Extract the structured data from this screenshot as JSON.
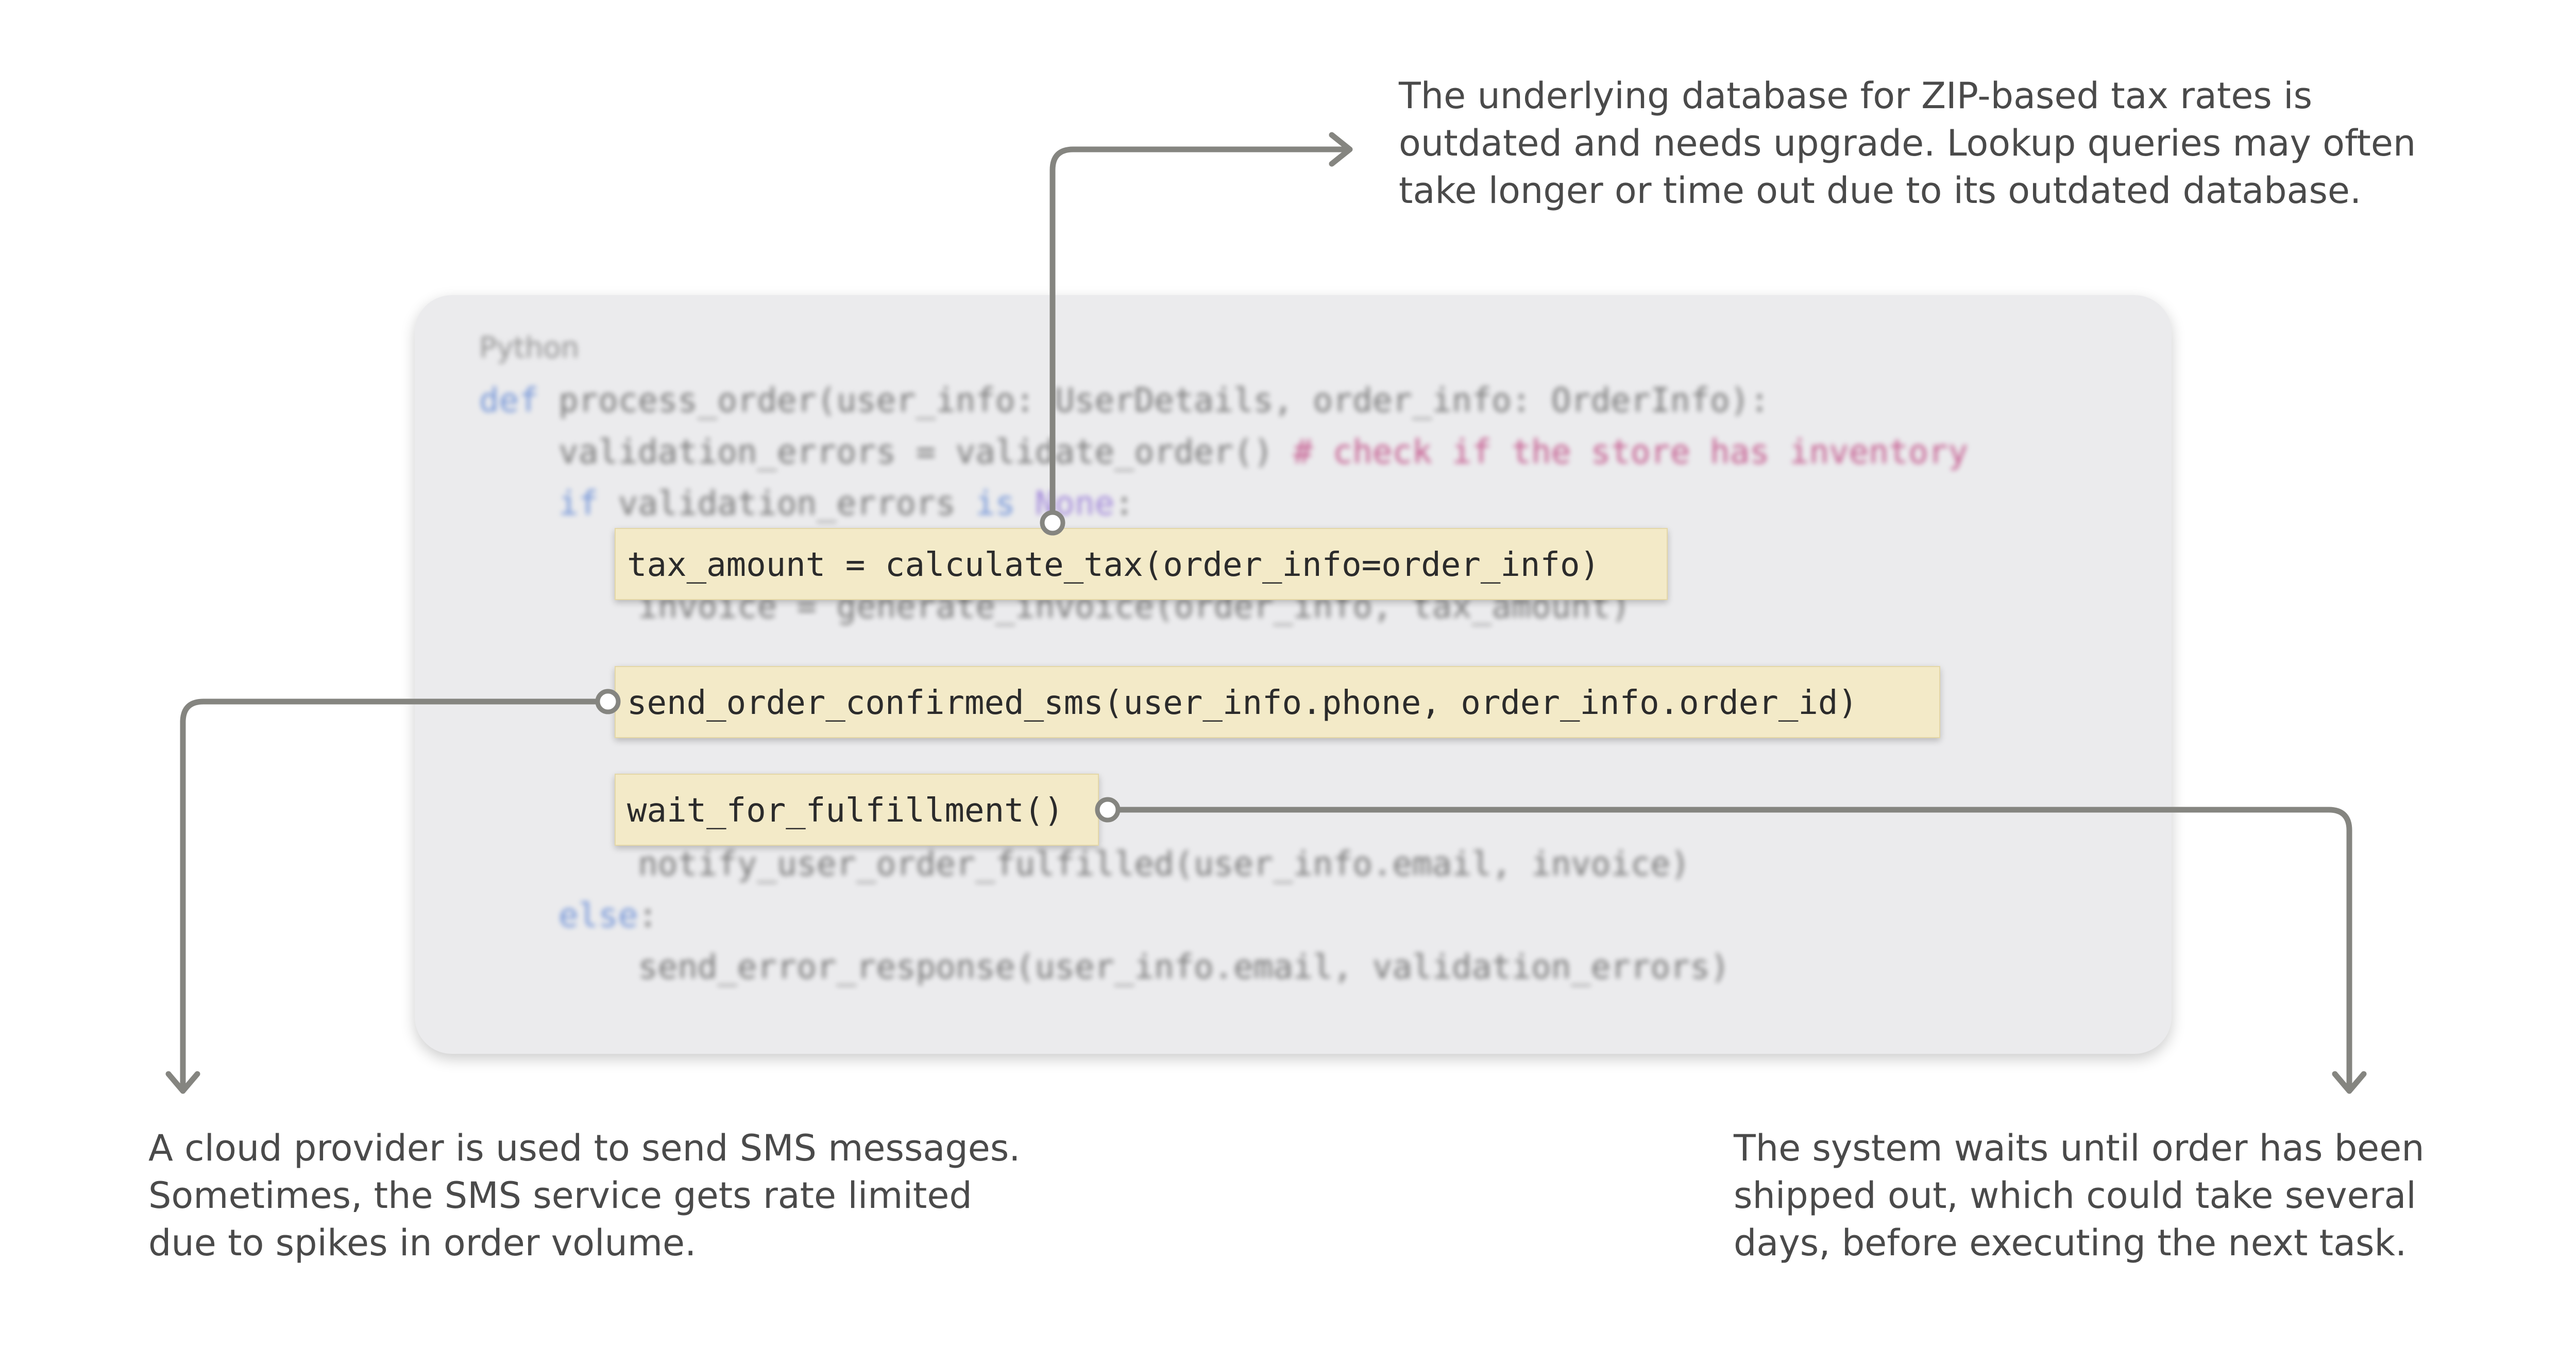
{
  "code": {
    "language_label": "Python",
    "lines": [
      {
        "indent": "",
        "keyword": "def",
        "text": " process_order(user_info: UserDetails, order_info: OrderInfo):"
      },
      {
        "indent": "    ",
        "text": "validation_errors = validate_order() ",
        "comment": "# check if the store has inventory"
      },
      {
        "indent": "    ",
        "keyword": "if",
        "text": " validation_errors ",
        "keyword2": "is",
        "constant": " None",
        "tail": ":"
      },
      {
        "indent": "        ",
        "text": "invoice = generate_invoice(order_info, tax_amount)"
      },
      {
        "indent": "        ",
        "text": "notify_user_order_fulfilled(user_info.email, invoice)"
      },
      {
        "indent": "    ",
        "keyword": "else",
        "text": ":"
      },
      {
        "indent": "        ",
        "text": "send_error_response(user_info.email, validation_errors)"
      }
    ]
  },
  "highlights": {
    "tax": "tax_amount = calculate_tax(order_info=order_info)",
    "sms": "send_order_confirmed_sms(user_info.phone, order_info.order_id)",
    "wait": "wait_for_fulfillment()"
  },
  "annotations": {
    "tax": [
      "The underlying database for ZIP-based tax rates is",
      "outdated and needs upgrade. Lookup queries may often",
      "take longer or time out due to its outdated database."
    ],
    "sms": [
      "A cloud provider is used to send SMS messages.",
      "Sometimes, the SMS service gets rate limited",
      "due to spikes in order volume."
    ],
    "wait": [
      "The system waits until order has been",
      "shipped out, which could take several",
      "days, before executing the next task."
    ]
  },
  "colors": {
    "connector": "#858580",
    "highlight_bg": "#f3eac8",
    "card_bg": "#ebebed",
    "keyword": "#6b8fd6",
    "comment": "#c24f87"
  }
}
